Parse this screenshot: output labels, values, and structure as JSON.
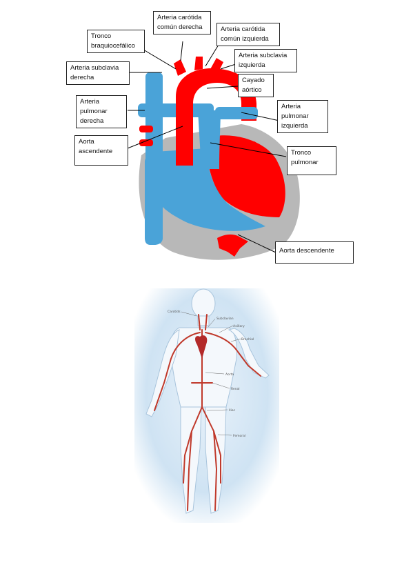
{
  "heart_labels": {
    "carotida_derecha": [
      "Arteria carótida",
      "común derecha"
    ],
    "carotida_izquierda": [
      "Arteria carótida",
      "común izquierda"
    ],
    "tronco_braquiocefalico": [
      "Tronco",
      "braquiocefálico"
    ],
    "subclavia_izquierda": [
      "Arteria subclavia",
      "izquierda"
    ],
    "subclavia_derecha": [
      "Arteria subclavia",
      "derecha"
    ],
    "cayado_aortico": [
      "Cayado",
      "aórtico"
    ],
    "pulmonar_derecha": [
      "Arteria",
      "pulmonar",
      "derecha"
    ],
    "pulmonar_izquierda": [
      "Arteria",
      "pulmonar",
      "izquierda"
    ],
    "aorta_ascendente": [
      "Aorta",
      "ascendente"
    ],
    "tronco_pulmonar": [
      "Tronco",
      "pulmonar"
    ],
    "aorta_descendente": [
      "Aorta descendente"
    ]
  },
  "body_labels": {
    "carotids": "Carotids",
    "subclavian": "Subclavian",
    "axillary": "Axillary",
    "brachial": "Brachial",
    "aorta": "Aorta",
    "renal": "Renal",
    "iliac": "Iliac",
    "femoral": "Femoral"
  },
  "colors": {
    "artery_red": "#ff0000",
    "vein_blue": "#4aa3d8",
    "outline_gray": "#b8b8b8",
    "body_blue": "#cfe3f3",
    "vessel_dark_red": "#c0392b"
  }
}
